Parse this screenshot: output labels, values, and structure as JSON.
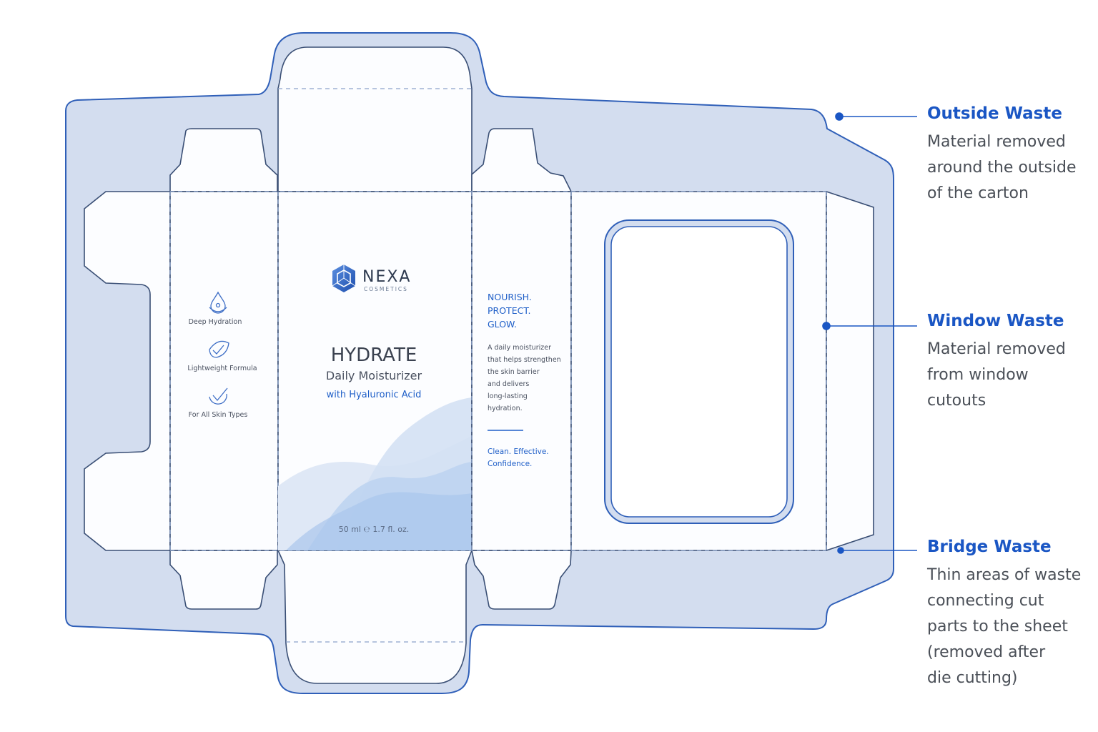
{
  "brand": {
    "name": "NEXA",
    "subtitle": "COSMETICS"
  },
  "front_panel": {
    "product": "HYDRATE",
    "line1": "Daily Moisturizer",
    "line2": "with Hyaluronic Acid",
    "volume": "50 ml ℮ 1.7 fl. oz."
  },
  "features": [
    {
      "label": "Deep Hydration",
      "icon": "droplet-icon"
    },
    {
      "label": "Lightweight Formula",
      "icon": "leaf-check-icon"
    },
    {
      "label": "For All Skin Types",
      "icon": "check-circle-icon"
    }
  ],
  "side_panel": {
    "slogan": [
      "NOURISH.",
      "PROTECT.",
      "GLOW."
    ],
    "description": [
      "A daily moisturizer",
      "that helps strengthen",
      "the skin barrier",
      "and delivers",
      "long-lasting",
      "hydration."
    ],
    "tagline": [
      "Clean. Effective.",
      "Confidence."
    ]
  },
  "callouts": [
    {
      "title": "Outside Waste",
      "desc": [
        "Material removed",
        "around the outside",
        "of the carton"
      ]
    },
    {
      "title": "Window Waste",
      "desc": [
        "Material removed",
        "from window",
        "cutouts"
      ]
    },
    {
      "title": "Bridge Waste",
      "desc": [
        "Thin areas of waste",
        "connecting cut",
        "parts to the sheet",
        "(removed after",
        "die cutting)"
      ]
    }
  ],
  "colors": {
    "waste_fill": "#d3ddef",
    "cut_line": "#2f5fb8",
    "accent": "#1a56c4",
    "text_gray": "#4a4f57",
    "wave_light": "#dfe8f6",
    "wave_mid": "#c3d5ef",
    "wave_dark": "#a9c6ec"
  }
}
